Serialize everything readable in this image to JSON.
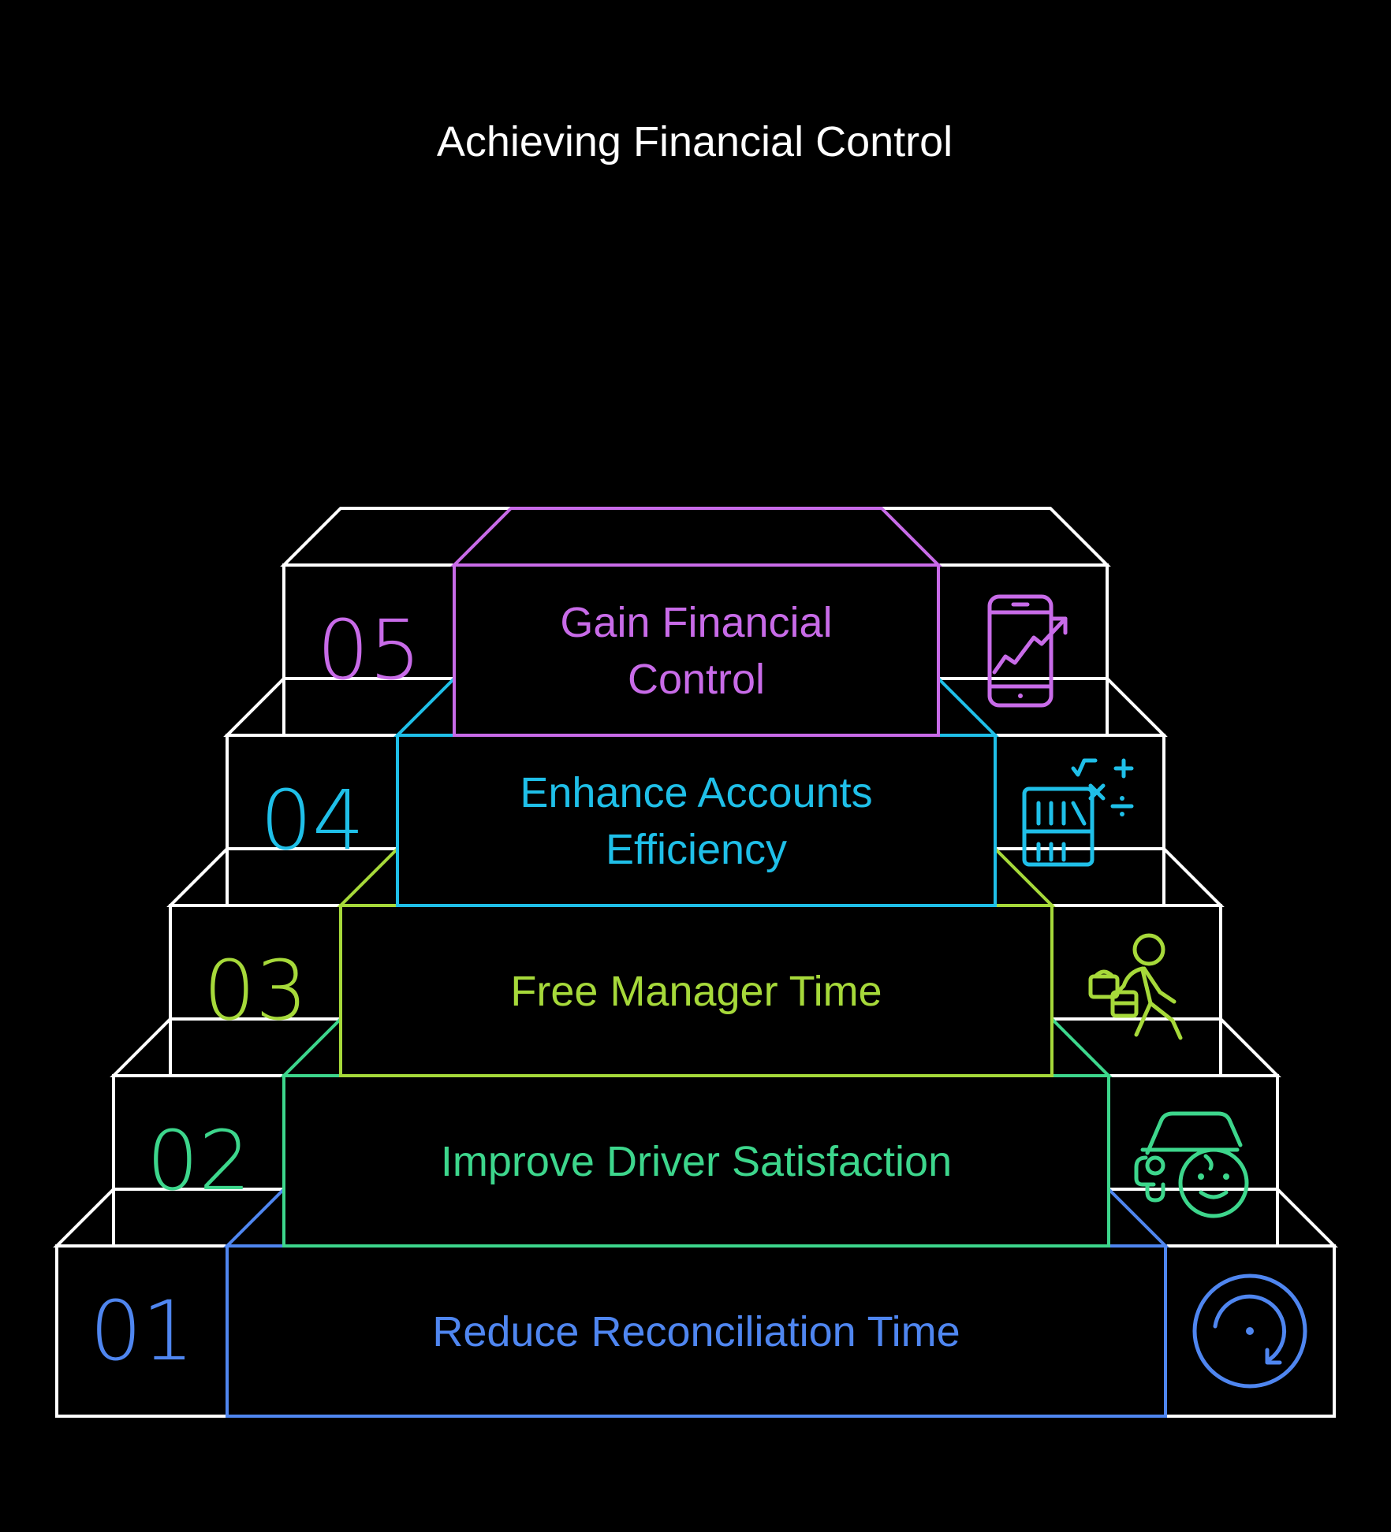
{
  "title": "Achieving Financial Control",
  "colors": {
    "background": "#000000",
    "frame": "#ffffff",
    "title": "#ffffff"
  },
  "steps": [
    {
      "number": "01",
      "lines": [
        "Reduce Reconciliation Time"
      ],
      "color": "#4f86f0",
      "icon": "clock-arrow-icon"
    },
    {
      "number": "02",
      "lines": [
        "Improve Driver Satisfaction"
      ],
      "color": "#3dd68c",
      "icon": "car-smiley-icon"
    },
    {
      "number": "03",
      "lines": [
        "Free Manager Time"
      ],
      "color": "#a6d93a",
      "icon": "walking-person-with-bags-icon"
    },
    {
      "number": "04",
      "lines": [
        "Enhance Accounts",
        "Efficiency"
      ],
      "color": "#1fbfe8",
      "icon": "calculator-chart-icon"
    },
    {
      "number": "05",
      "lines": [
        "Gain Financial",
        "Control"
      ],
      "color": "#c86be8",
      "icon": "phone-growth-chart-icon"
    }
  ]
}
